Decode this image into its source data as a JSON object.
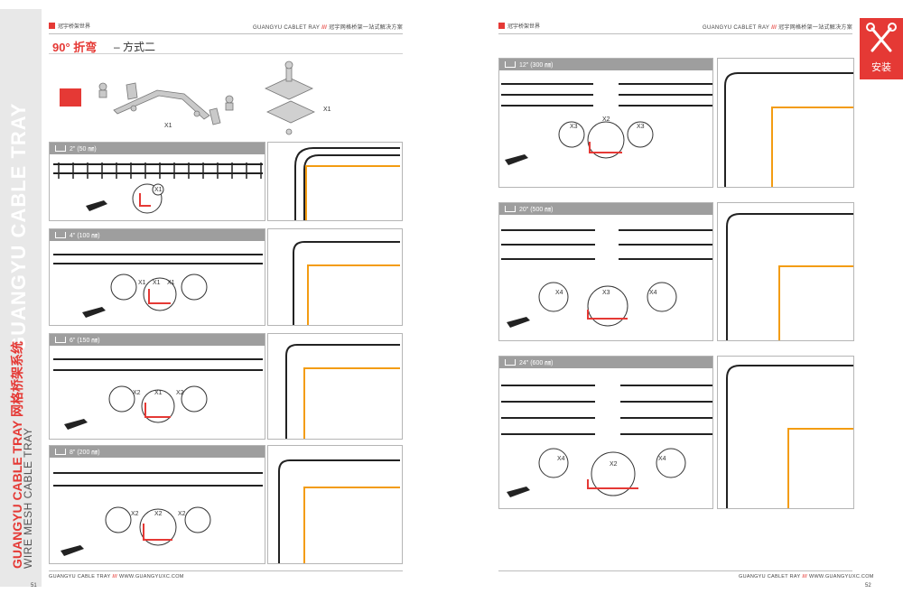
{
  "brand": {
    "vertical_title": "GUANGYU CABLE TRAY",
    "vertical_red": "GUANGYU CABLE TRAY 网格桥架系统",
    "vertical_grey": "WIRE MESH CABLE TRAY"
  },
  "header": {
    "logo_text": "冠宇桥架世界",
    "right_prefix": "GUANGYU CABLET RAY",
    "separator": "///",
    "right_suffix": "冠宇网格桥架一站式解决方案"
  },
  "left": {
    "section_title": "90° 折弯",
    "section_subtitle": "– 方式二",
    "parts": [
      {
        "icon": "bracket-kit-icon",
        "qty": "X1"
      },
      {
        "icon": "clamp-plate-icon",
        "qty": "X1"
      }
    ],
    "rows": [
      {
        "size": "2\" (50 ㎜)",
        "cuts": [
          "X1"
        ]
      },
      {
        "size": "4\" (100 ㎜)",
        "cuts": [
          "X1",
          "X1",
          "X1"
        ]
      },
      {
        "size": "6\" (150 ㎜)",
        "cuts": [
          "X2",
          "X1",
          "X2"
        ]
      },
      {
        "size": "8\" (200 ㎜)",
        "cuts": [
          "X2",
          "X2",
          "X2"
        ]
      }
    ],
    "footer_left": "GUANGYU CABLE TRAY",
    "footer_sep": "///",
    "footer_url": "WWW.GUANGYUXC.COM",
    "page_number": "51"
  },
  "right": {
    "rows": [
      {
        "size": "12\" (300 ㎜)",
        "cuts": [
          "X3",
          "X2",
          "X3"
        ]
      },
      {
        "size": "20\" (500 ㎜)",
        "cuts": [
          "X4",
          "X3",
          "X4"
        ]
      },
      {
        "size": "24\" (600 ㎜)",
        "cuts": [
          "X4",
          "X2",
          "X4"
        ]
      }
    ],
    "install_label": "安装",
    "footer_left": "GUANGYU CABLET RAY",
    "footer_sep": "///",
    "footer_url": "WWW.GUANGYUXC.COM",
    "page_number": "52"
  },
  "colors": {
    "accent": "#e53935",
    "orange": "#f39c12",
    "grey_bar": "#9e9e9e"
  }
}
